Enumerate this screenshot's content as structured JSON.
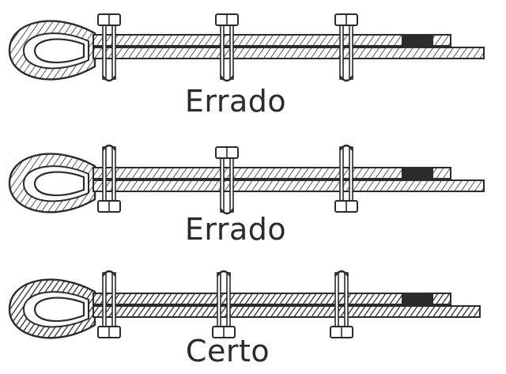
{
  "panels": [
    {
      "label": "Errado",
      "saddle_side": "wrong"
    },
    {
      "label": "Errado",
      "saddle_side": "mixed"
    },
    {
      "label": "Certo",
      "saddle_side": "correct"
    }
  ],
  "colors": {
    "ink": "#2b2b2b",
    "rope_fill": "#ffffff",
    "background": "#ffffff"
  }
}
